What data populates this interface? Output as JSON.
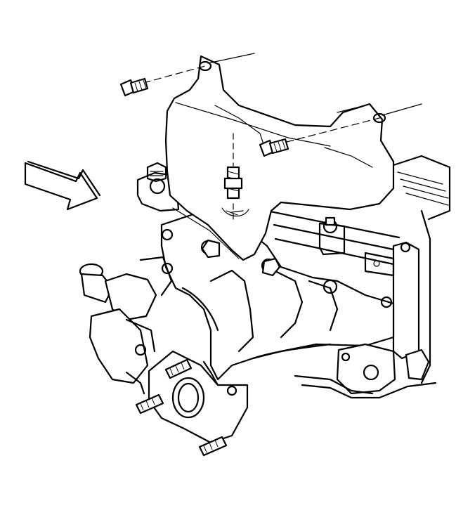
{
  "diagram": {
    "subject": "exhaust-manifold-heat-shield-installation",
    "colors": {
      "line": "#000000",
      "background": "#ffffff"
    },
    "parts": [
      {
        "id": "heat-shield",
        "icon": "heat-shield-icon"
      },
      {
        "id": "exhaust-manifold",
        "icon": "exhaust-manifold-icon"
      },
      {
        "id": "heat-shield-bolt-left",
        "icon": "bolt-icon"
      },
      {
        "id": "heat-shield-bolt-right",
        "icon": "bolt-icon"
      },
      {
        "id": "heat-shield-stud-center",
        "icon": "stud-icon"
      },
      {
        "id": "manifold-studs",
        "icon": "stud-icon"
      },
      {
        "id": "direction-arrow",
        "icon": "arrow-right-down-icon"
      }
    ]
  }
}
